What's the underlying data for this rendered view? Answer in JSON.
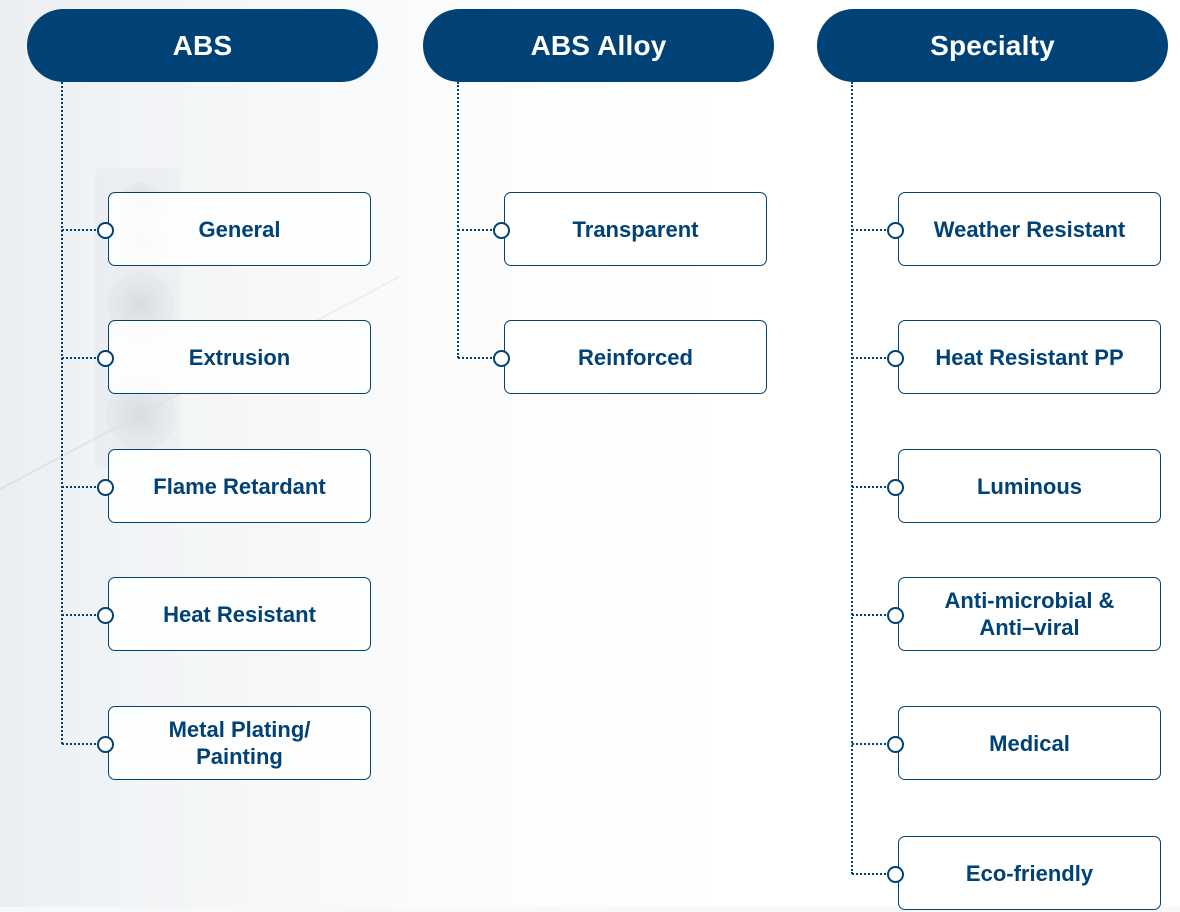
{
  "columns": [
    {
      "title": "ABS",
      "items": [
        "General",
        "Extrusion",
        "Flame Retardant",
        "Heat Resistant",
        "Metal Plating/\nPainting"
      ]
    },
    {
      "title": "ABS Alloy",
      "items": [
        "Transparent",
        "Reinforced"
      ]
    },
    {
      "title": "Specialty",
      "items": [
        "Weather Resistant",
        "Heat Resistant PP",
        "Luminous",
        "Anti-microbial &\nAnti–viral",
        "Medical",
        "Eco-friendly"
      ]
    }
  ],
  "colors": {
    "primary": "#004276",
    "header_text": "#ffffff",
    "box_border": "#004276"
  }
}
